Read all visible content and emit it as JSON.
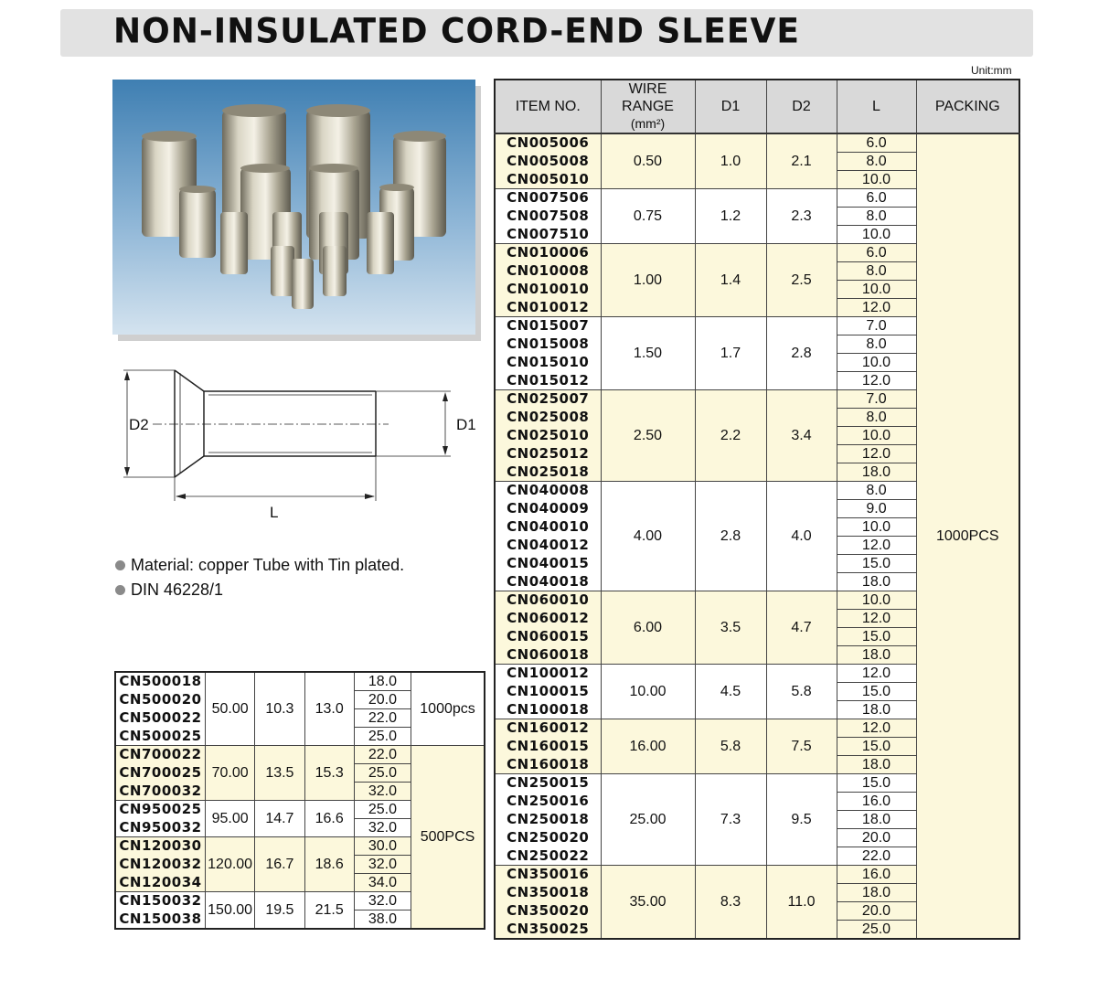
{
  "title": "NON-INSULATED CORD-END SLEEVE",
  "unit": "Unit:mm",
  "notes": [
    "Material: copper Tube with Tin plated.",
    "DIN 46228/1"
  ],
  "diagram": {
    "d2": "D2",
    "d1": "D1",
    "l": "L"
  },
  "main_table": {
    "headers": {
      "item": "ITEM NO.",
      "wire": "WIRE RANGE",
      "wire_unit": "(mm²)",
      "d1": "D1",
      "d2": "D2",
      "l": "L",
      "packing": "PACKING"
    },
    "packing": "1000PCS",
    "groups": [
      {
        "wire": "0.50",
        "d1": "1.0",
        "d2": "2.1",
        "items": [
          [
            "CN005006",
            "6.0"
          ],
          [
            "CN005008",
            "8.0"
          ],
          [
            "CN005010",
            "10.0"
          ]
        ]
      },
      {
        "wire": "0.75",
        "d1": "1.2",
        "d2": "2.3",
        "items": [
          [
            "CN007506",
            "6.0"
          ],
          [
            "CN007508",
            "8.0"
          ],
          [
            "CN007510",
            "10.0"
          ]
        ]
      },
      {
        "wire": "1.00",
        "d1": "1.4",
        "d2": "2.5",
        "items": [
          [
            "CN010006",
            "6.0"
          ],
          [
            "CN010008",
            "8.0"
          ],
          [
            "CN010010",
            "10.0"
          ],
          [
            "CN010012",
            "12.0"
          ]
        ]
      },
      {
        "wire": "1.50",
        "d1": "1.7",
        "d2": "2.8",
        "items": [
          [
            "CN015007",
            "7.0"
          ],
          [
            "CN015008",
            "8.0"
          ],
          [
            "CN015010",
            "10.0"
          ],
          [
            "CN015012",
            "12.0"
          ]
        ]
      },
      {
        "wire": "2.50",
        "d1": "2.2",
        "d2": "3.4",
        "items": [
          [
            "CN025007",
            "7.0"
          ],
          [
            "CN025008",
            "8.0"
          ],
          [
            "CN025010",
            "10.0"
          ],
          [
            "CN025012",
            "12.0"
          ],
          [
            "CN025018",
            "18.0"
          ]
        ]
      },
      {
        "wire": "4.00",
        "d1": "2.8",
        "d2": "4.0",
        "items": [
          [
            "CN040008",
            "8.0"
          ],
          [
            "CN040009",
            "9.0"
          ],
          [
            "CN040010",
            "10.0"
          ],
          [
            "CN040012",
            "12.0"
          ],
          [
            "CN040015",
            "15.0"
          ],
          [
            "CN040018",
            "18.0"
          ]
        ]
      },
      {
        "wire": "6.00",
        "d1": "3.5",
        "d2": "4.7",
        "items": [
          [
            "CN060010",
            "10.0"
          ],
          [
            "CN060012",
            "12.0"
          ],
          [
            "CN060015",
            "15.0"
          ],
          [
            "CN060018",
            "18.0"
          ]
        ]
      },
      {
        "wire": "10.00",
        "d1": "4.5",
        "d2": "5.8",
        "items": [
          [
            "CN100012",
            "12.0"
          ],
          [
            "CN100015",
            "15.0"
          ],
          [
            "CN100018",
            "18.0"
          ]
        ]
      },
      {
        "wire": "16.00",
        "d1": "5.8",
        "d2": "7.5",
        "items": [
          [
            "CN160012",
            "12.0"
          ],
          [
            "CN160015",
            "15.0"
          ],
          [
            "CN160018",
            "18.0"
          ]
        ]
      },
      {
        "wire": "25.00",
        "d1": "7.3",
        "d2": "9.5",
        "items": [
          [
            "CN250015",
            "15.0"
          ],
          [
            "CN250016",
            "16.0"
          ],
          [
            "CN250018",
            "18.0"
          ],
          [
            "CN250020",
            "20.0"
          ],
          [
            "CN250022",
            "22.0"
          ]
        ]
      },
      {
        "wire": "35.00",
        "d1": "8.3",
        "d2": "11.0",
        "items": [
          [
            "CN350016",
            "16.0"
          ],
          [
            "CN350018",
            "18.0"
          ],
          [
            "CN350020",
            "20.0"
          ],
          [
            "CN350025",
            "25.0"
          ]
        ]
      }
    ]
  },
  "second_table": {
    "packing_groups": [
      {
        "packing": "1000pcs",
        "span_groups": [
          0
        ]
      },
      {
        "packing": "500PCS",
        "span_groups": [
          1,
          2,
          3,
          4
        ]
      }
    ],
    "groups": [
      {
        "wire": "50.00",
        "d1": "10.3",
        "d2": "13.0",
        "items": [
          [
            "CN500018",
            "18.0"
          ],
          [
            "CN500020",
            "20.0"
          ],
          [
            "CN500022",
            "22.0"
          ],
          [
            "CN500025",
            "25.0"
          ]
        ]
      },
      {
        "wire": "70.00",
        "d1": "13.5",
        "d2": "15.3",
        "items": [
          [
            "CN700022",
            "22.0"
          ],
          [
            "CN700025",
            "25.0"
          ],
          [
            "CN700032",
            "32.0"
          ]
        ]
      },
      {
        "wire": "95.00",
        "d1": "14.7",
        "d2": "16.6",
        "items": [
          [
            "CN950025",
            "25.0"
          ],
          [
            "CN950032",
            "32.0"
          ]
        ]
      },
      {
        "wire": "120.00",
        "d1": "16.7",
        "d2": "18.6",
        "items": [
          [
            "CN120030",
            "30.0"
          ],
          [
            "CN120032",
            "32.0"
          ],
          [
            "CN120034",
            "34.0"
          ]
        ]
      },
      {
        "wire": "150.00",
        "d1": "19.5",
        "d2": "21.5",
        "items": [
          [
            "CN150032",
            "32.0"
          ],
          [
            "CN150038",
            "38.0"
          ]
        ]
      }
    ]
  }
}
